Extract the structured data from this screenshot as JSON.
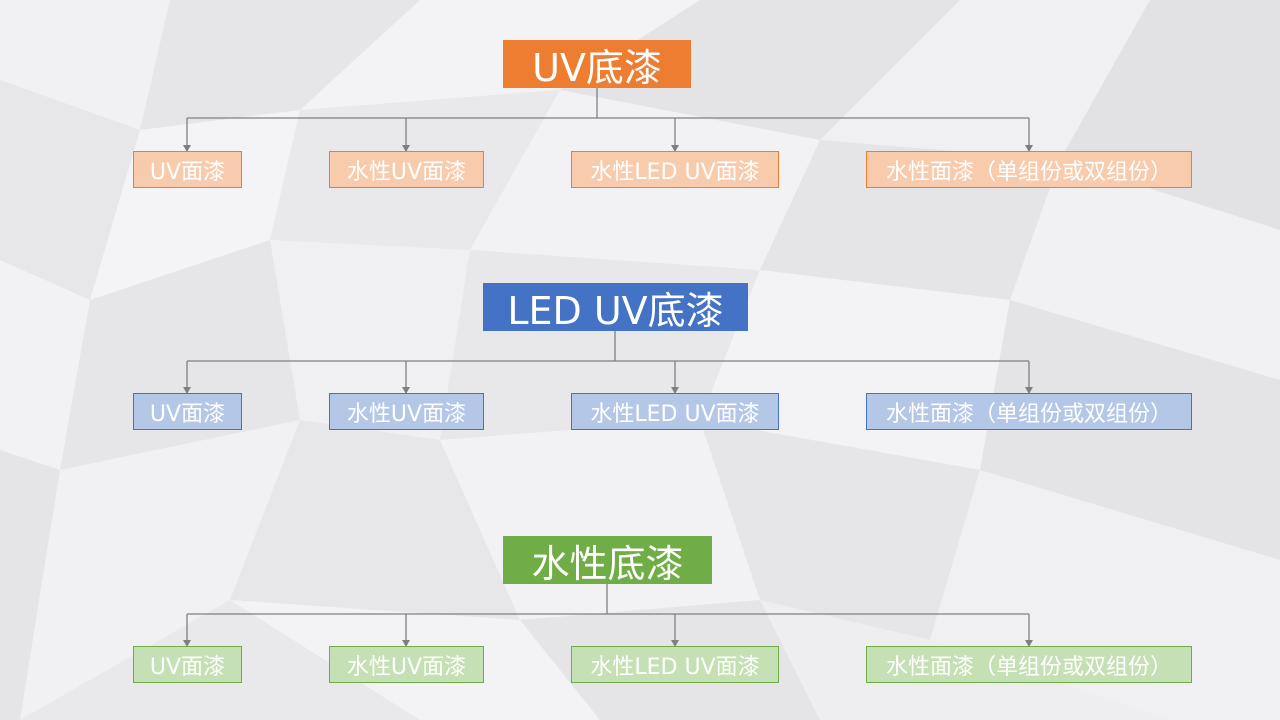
{
  "colors": {
    "orange": "#ed7d31",
    "orange_light": "#f8cbad",
    "blue": "#4472c4",
    "blue_light": "#b4c7e7",
    "green": "#70ad47",
    "green_light": "#c5e0b4",
    "connector": "#7f7f7f"
  },
  "groups": [
    {
      "root": "UV底漆",
      "children": [
        "UV面漆",
        "水性UV面漆",
        "水性LED UV面漆",
        "水性面漆（单组份或双组份）"
      ]
    },
    {
      "root": "LED UV底漆",
      "children": [
        "UV面漆",
        "水性UV面漆",
        "水性LED UV面漆",
        "水性面漆（单组份或双组份）"
      ]
    },
    {
      "root": "水性底漆",
      "children": [
        "UV面漆",
        "水性UV面漆",
        "水性LED UV面漆",
        "水性面漆（单组份或双组份）"
      ]
    }
  ]
}
